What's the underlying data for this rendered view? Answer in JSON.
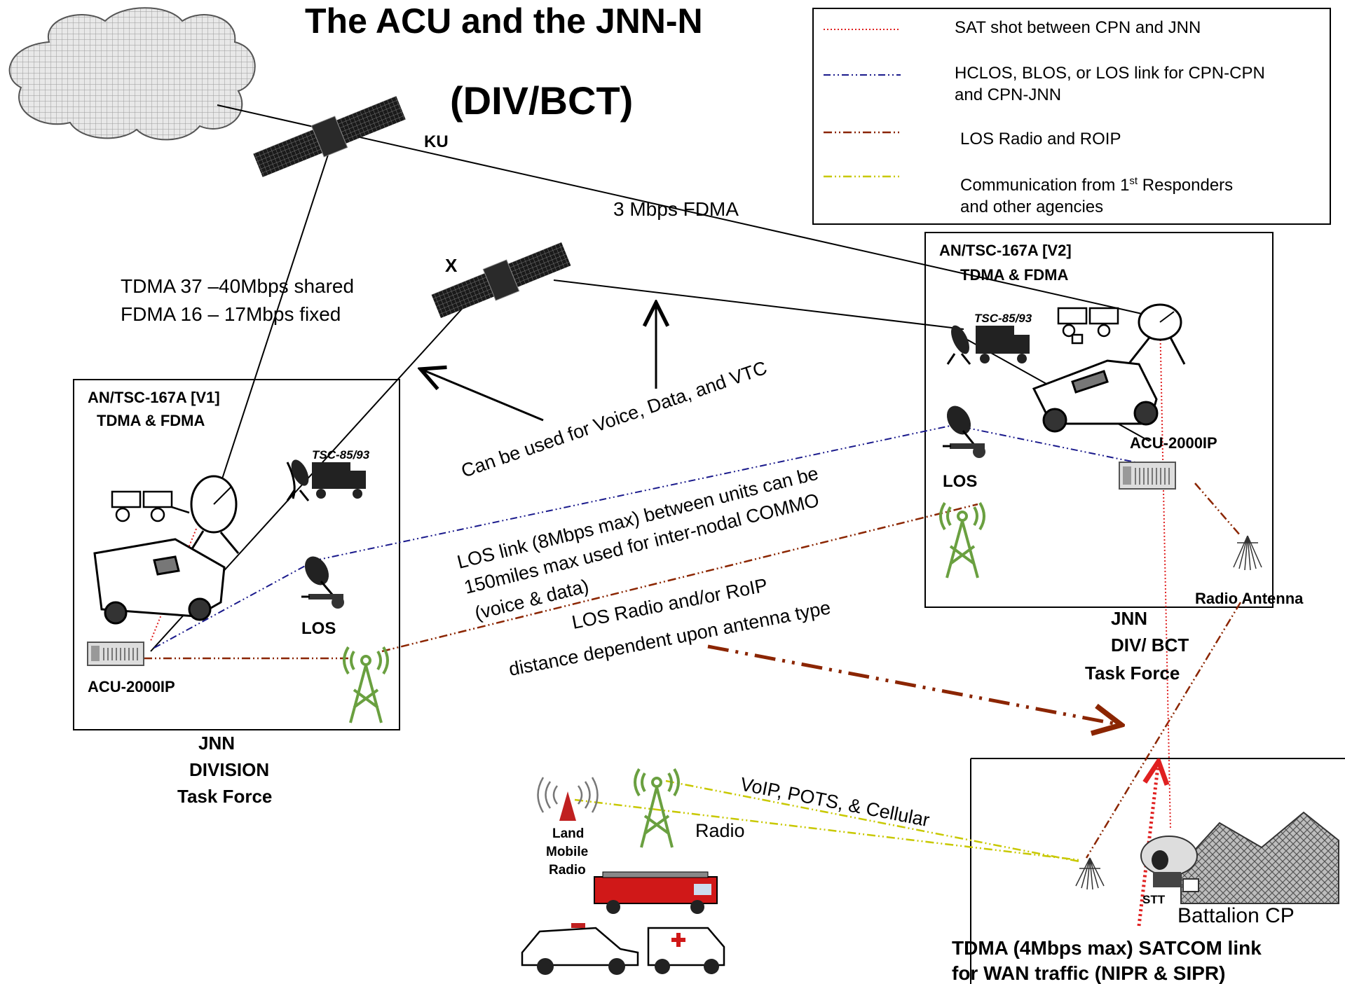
{
  "title": {
    "line1": "The ACU and the JNN-N",
    "line2": "(DIV/BCT)"
  },
  "legend": [
    {
      "style": "dotted",
      "color": "#e02020",
      "lines": [
        "SAT shot between CPN and JNN"
      ]
    },
    {
      "style": "dash-dot-dot",
      "color": "#1a1a8c",
      "lines": [
        "HCLOS, BLOS, or LOS link for CPN-CPN",
        "and CPN-JNN"
      ]
    },
    {
      "style": "dash-dot-dot",
      "color": "#8b2500",
      "lines": [
        "LOS Radio and ROIP"
      ]
    },
    {
      "style": "dash-dot-dot",
      "color": "#c8c800",
      "lines": [
        "Communication from 1st Responders",
        "and other agencies"
      ]
    }
  ],
  "satellites": {
    "ku_label": "KU",
    "x_label": "X"
  },
  "links": {
    "fdma_3": "3 Mbps FDMA",
    "tdma_line1": "TDMA 37 –40Mbps shared",
    "tdma_line2": "FDMA 16 – 17Mbps fixed",
    "voice_data_vtc": "Can be used for Voice, Data, and VTC",
    "los_link_line1": "LOS link (8Mbps max) between units can be",
    "los_link_line2": "150miles max used for inter-nodal COMMO",
    "los_link_line3": "(voice & data)",
    "los_radio_line1": "LOS Radio and/or RoIP",
    "los_radio_line2": "distance dependent upon antenna type",
    "voip": "VoIP, POTS, & Cellular",
    "radio": "Radio",
    "tdma_cp_line1": "TDMA (4Mbps max) SATCOM link",
    "tdma_cp_line2": "for  WAN traffic (NIPR & SIPR)"
  },
  "left_node": {
    "equip_line1": "AN/TSC-167A [V1]",
    "equip_line2": "TDMA  & FDMA",
    "tsc": "TSC-85/93",
    "los": "LOS",
    "acu": "ACU-2000IP",
    "caption_line1": "JNN",
    "caption_line2": "DIVISION",
    "caption_line3": "Task Force"
  },
  "right_node": {
    "equip_line1": "AN/TSC-167A [V2]",
    "equip_line2": "TDMA & FDMA",
    "tsc": "TSC-85/93",
    "los": "LOS",
    "acu": "ACU-2000IP",
    "radio_antenna": "Radio Antenna",
    "caption_line1": "JNN",
    "caption_line2": "DIV/ BCT",
    "caption_line3": "Task Force"
  },
  "responders": {
    "lmr_line1": "Land",
    "lmr_line2": "Mobile",
    "lmr_line3": "Radio"
  },
  "battalion": {
    "stt": "STT",
    "label": "Battalion CP"
  },
  "colors": {
    "sat_red": "#e02020",
    "los_blue": "#1a1a8c",
    "radio_brown": "#8b2500",
    "responder_yellow": "#c8c800",
    "tower_green": "#6aa040",
    "black": "#000000"
  }
}
